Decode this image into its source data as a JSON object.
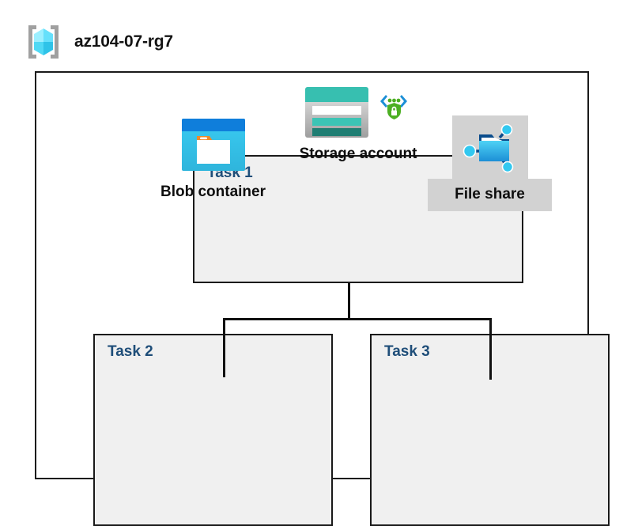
{
  "header": {
    "icon": "resource-group-icon",
    "title": "az104-07-rg7"
  },
  "container": {
    "name": "resource-group-container"
  },
  "tasks": [
    {
      "id": "task-1",
      "label": "Task 1",
      "node": {
        "caption": "Storage account",
        "icons": [
          "storage-account-icon",
          "secure-endpoint-shield-icon"
        ],
        "selected": false
      }
    },
    {
      "id": "task-2",
      "label": "Task 2",
      "node": {
        "caption": "Blob container",
        "icons": [
          "blob-container-icon"
        ],
        "selected": false
      }
    },
    {
      "id": "task-3",
      "label": "Task 3",
      "node": {
        "caption": "File share",
        "icons": [
          "file-share-icon"
        ],
        "selected": true
      }
    }
  ],
  "connectors": [
    {
      "name": "storage-to-bus-trunk",
      "from": "Storage account",
      "to": "bus"
    },
    {
      "name": "bus-horizontal",
      "from": "bus",
      "to": "bus"
    },
    {
      "name": "bus-to-blob-container",
      "from": "bus",
      "to": "Blob container"
    },
    {
      "name": "bus-to-file-share",
      "from": "bus",
      "to": "File share"
    }
  ],
  "colors": {
    "task_label": "#1F4E79",
    "caption": "#0D0D0D",
    "task_fill": "#F0F0F0",
    "container_fill": "#FFFFFF",
    "border": "#1A1A1A",
    "selection": "#D2D2D2",
    "storage_teal": "#37BFB0",
    "storage_teal_dark": "#1F7E73",
    "blob_blue": "#0F7EDB",
    "blob_cyan": "#32C8F0",
    "blob_orange": "#F08A28",
    "shield_green": "#4CAF23",
    "bracket_blue": "#1C8FD6",
    "cube_cyan": "#50E6FF",
    "cube_cyan_dark": "#32BEE1",
    "bracket_gray": "#A0A0A0",
    "fileshare_blue": "#2FBDEB",
    "fileshare_navy": "#0B4C8C"
  }
}
